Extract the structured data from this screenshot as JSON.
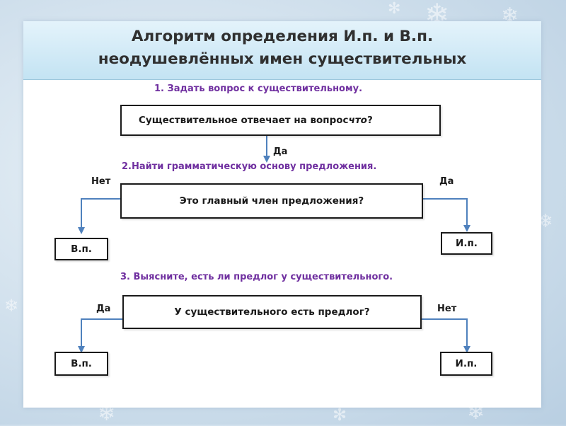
{
  "title": {
    "line1": "Алгоритм определения И.п. и В.п.",
    "line2": "неодушевлённых имен существительных"
  },
  "steps": {
    "step1": "1. Задать вопрос к существительному.",
    "step2": "2.Найти грамматическую основу предложения.",
    "step3": "3. Выясните, есть ли предлог у существительного."
  },
  "questions": {
    "q1_prefix": "Существительное отвечает на вопрос ",
    "q1_word": "что",
    "q1_suffix": "?",
    "q2": "Это главный член предложения?",
    "q3": "У существительного есть предлог?"
  },
  "answers": {
    "yes": "Да",
    "no": "Нет",
    "acc": "В.п.",
    "nom": "И.п."
  },
  "colors": {
    "step_text": "#7030a0",
    "arrow": "#4f81bd",
    "title_band": "#c3e3f3",
    "box_border": "#1a1a1a"
  }
}
